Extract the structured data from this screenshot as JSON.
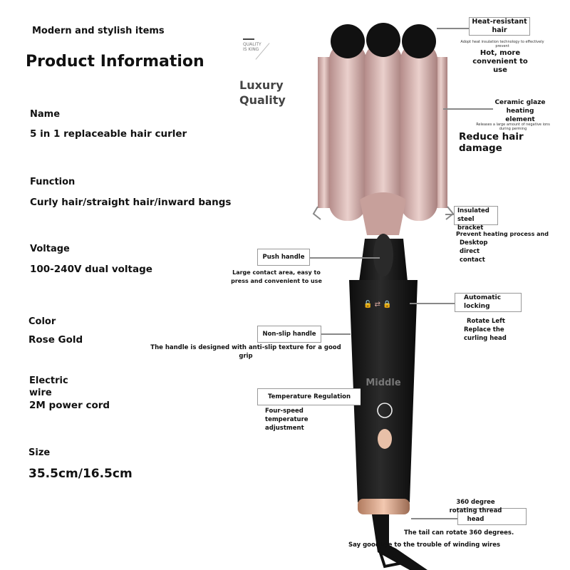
{
  "header": {
    "tagline": "Modern and stylish items",
    "title": "Product Information"
  },
  "badge": {
    "logo_text": "QUALITY IS KING",
    "headline_1": "Luxury",
    "headline_2": "Quality"
  },
  "specs": [
    {
      "label": "Name",
      "value": "5 in 1 replaceable hair curler"
    },
    {
      "label": "Function",
      "value": "Curly hair/straight hair/inward bangs"
    },
    {
      "label": "Voltage",
      "value": "100-240V dual voltage"
    },
    {
      "label": "Color",
      "value": "Rose Gold"
    },
    {
      "label": "Electric wire",
      "value": "2M power cord"
    },
    {
      "label": "Size",
      "value": "35.5cm/16.5cm"
    }
  ],
  "callouts": {
    "heat_resistant": {
      "title": "Heat-resistant hair",
      "fine": "Adopt heat insulation technology to effectively prevent",
      "desc": "Hot, more convenient to use"
    },
    "ceramic": {
      "title": "Ceramic glaze heating element",
      "fine": "Releases a large amount of negative ions during perming",
      "desc": "Reduce hair damage"
    },
    "bracket": {
      "title": "Insulated steel bracket",
      "fine": "Prevent heating process and",
      "desc": "Desktop direct contact"
    },
    "push": {
      "title": "Push handle",
      "desc": "Large contact area, easy to press and convenient to use"
    },
    "locking": {
      "title": "Automatic locking",
      "desc_1": "Rotate Left",
      "desc_2": "Replace the curling head"
    },
    "nonslip": {
      "title": "Non-slip handle",
      "desc": "The handle is designed with anti-slip texture for a good grip"
    },
    "temperature": {
      "title": "Temperature Regulation",
      "desc": "Four-speed temperature adjustment"
    },
    "rotating": {
      "title": "360 degree rotating thread head",
      "desc_1": "The tail can rotate 360 degrees.",
      "desc_2": "Say goodbye to the trouble of winding wires"
    }
  },
  "device": {
    "display_text": "Middle",
    "colors": {
      "rose_gold": "#c9a3a0",
      "body": "#1a1a1a",
      "accent": "#e8b49a"
    }
  }
}
